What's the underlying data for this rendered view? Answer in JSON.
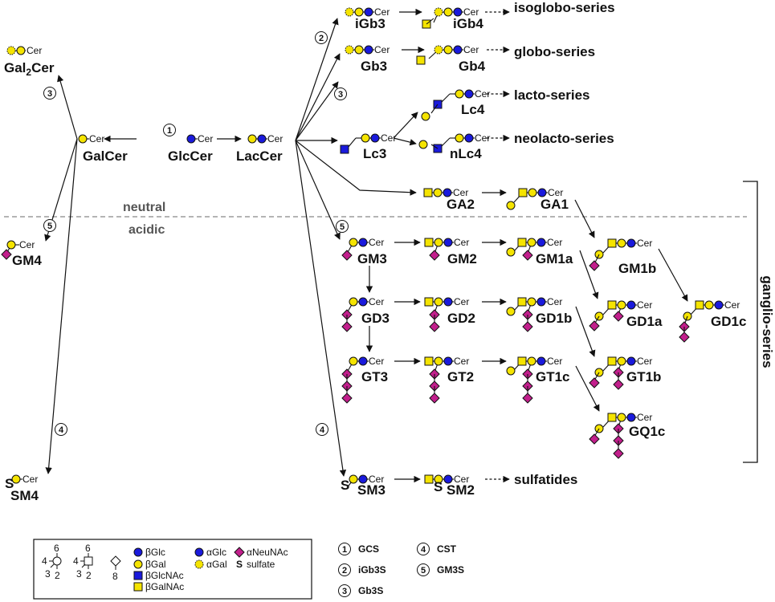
{
  "colors": {
    "glc": "#1a1adc",
    "gal": "#f5e400",
    "glcnac": "#1a1adc",
    "galnac": "#f5e400",
    "neunac": "#c21f8c",
    "line": "#111111",
    "divider": "#888888"
  },
  "cer": "Cer",
  "regions": {
    "neutral": "neutral",
    "acidic": "acidic"
  },
  "ganglio_bracket": "ganglio-series",
  "series": {
    "isoglobo": "isoglobo-series",
    "globo": "globo-series",
    "lacto": "lacto-series",
    "neolacto": "neolacto-series",
    "sulfatides": "sulfatides"
  },
  "steps": [
    "1",
    "2",
    "3",
    "4",
    "5"
  ],
  "compounds": {
    "Gal2Cer": "Gal",
    "Gal2Cer_sub": "2",
    "Gal2Cer_suffix": "Cer",
    "GalCer": "GalCer",
    "GlcCer": "GlcCer",
    "LacCer": "LacCer",
    "GM4": "GM4",
    "SM4": "SM4",
    "iGb3": "iGb3",
    "iGb4": "iGb4",
    "Gb3": "Gb3",
    "Gb4": "Gb4",
    "Lc3": "Lc3",
    "Lc4": "Lc4",
    "nLc4": "nLc4",
    "GA2": "GA2",
    "GA1": "GA1",
    "GM3": "GM3",
    "GM2": "GM2",
    "GM1a": "GM1a",
    "GM1b": "GM1b",
    "GD3": "GD3",
    "GD2": "GD2",
    "GD1b": "GD1b",
    "GD1a": "GD1a",
    "GD1c": "GD1c",
    "GT3": "GT3",
    "GT2": "GT2",
    "GT1c": "GT1c",
    "GT1b": "GT1b",
    "GQ1c": "GQ1c",
    "SM3": "SM3",
    "SM2": "SM2"
  },
  "sulfate_symbol": "S",
  "legend": {
    "linkage_hex": [
      "6",
      "4",
      "3",
      "2"
    ],
    "linkage_sq": [
      "6",
      "4",
      "3",
      "2"
    ],
    "linkage_dia": [
      "8"
    ],
    "items": [
      {
        "shape": "circle",
        "color": "glc",
        "label": "βGlc"
      },
      {
        "shape": "circle",
        "color": "gal",
        "label": "βGal"
      },
      {
        "shape": "square",
        "color": "glcnac",
        "label": "βGlcNAc"
      },
      {
        "shape": "square",
        "color": "galnac",
        "label": "βGalNAc"
      },
      {
        "shape": "circle",
        "color": "glc",
        "label": "αGlc"
      },
      {
        "shape": "dashcircle",
        "color": "gal",
        "label": "αGal"
      },
      {
        "shape": "diamond",
        "color": "neunac",
        "label": "αNeuNAc"
      },
      {
        "shape": "sulfate",
        "color": "",
        "label": "sulfate",
        "symbol": "S"
      }
    ]
  },
  "enzymes": [
    {
      "num": "1",
      "name": "GCS"
    },
    {
      "num": "2",
      "name": "iGb3S"
    },
    {
      "num": "3",
      "name": "Gb3S"
    },
    {
      "num": "4",
      "name": "CST"
    },
    {
      "num": "5",
      "name": "GM3S"
    }
  ]
}
